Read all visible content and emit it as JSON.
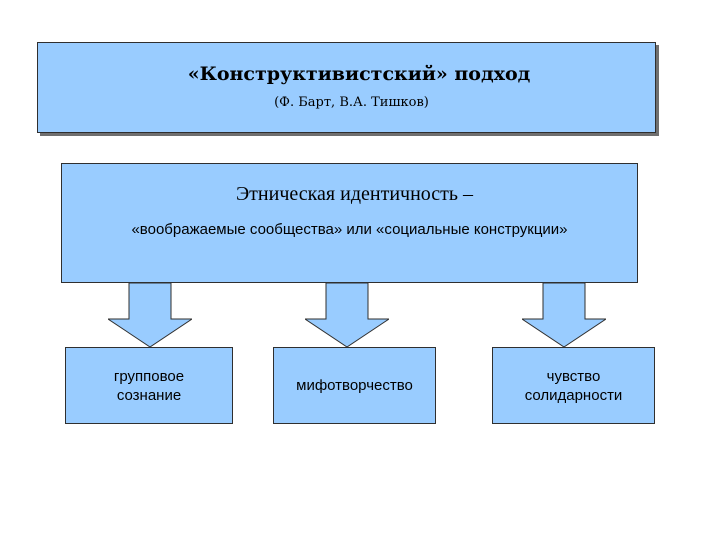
{
  "header": {
    "title": "«Конструктивистский» подход",
    "authors": "(Ф. Барт, В.А. Тишков)"
  },
  "definition": {
    "title": "Этническая идентичность –",
    "text": "«воображаемые сообщества» или «социальные конструкции»"
  },
  "components": [
    {
      "label": "групповое\nсознание"
    },
    {
      "label": "мифотворчество"
    },
    {
      "label": "чувство\nсолидарности"
    }
  ],
  "colors": {
    "box_fill": "#99ccff",
    "border": "#2f2f2f",
    "arrow_fill": "#99ccff"
  }
}
